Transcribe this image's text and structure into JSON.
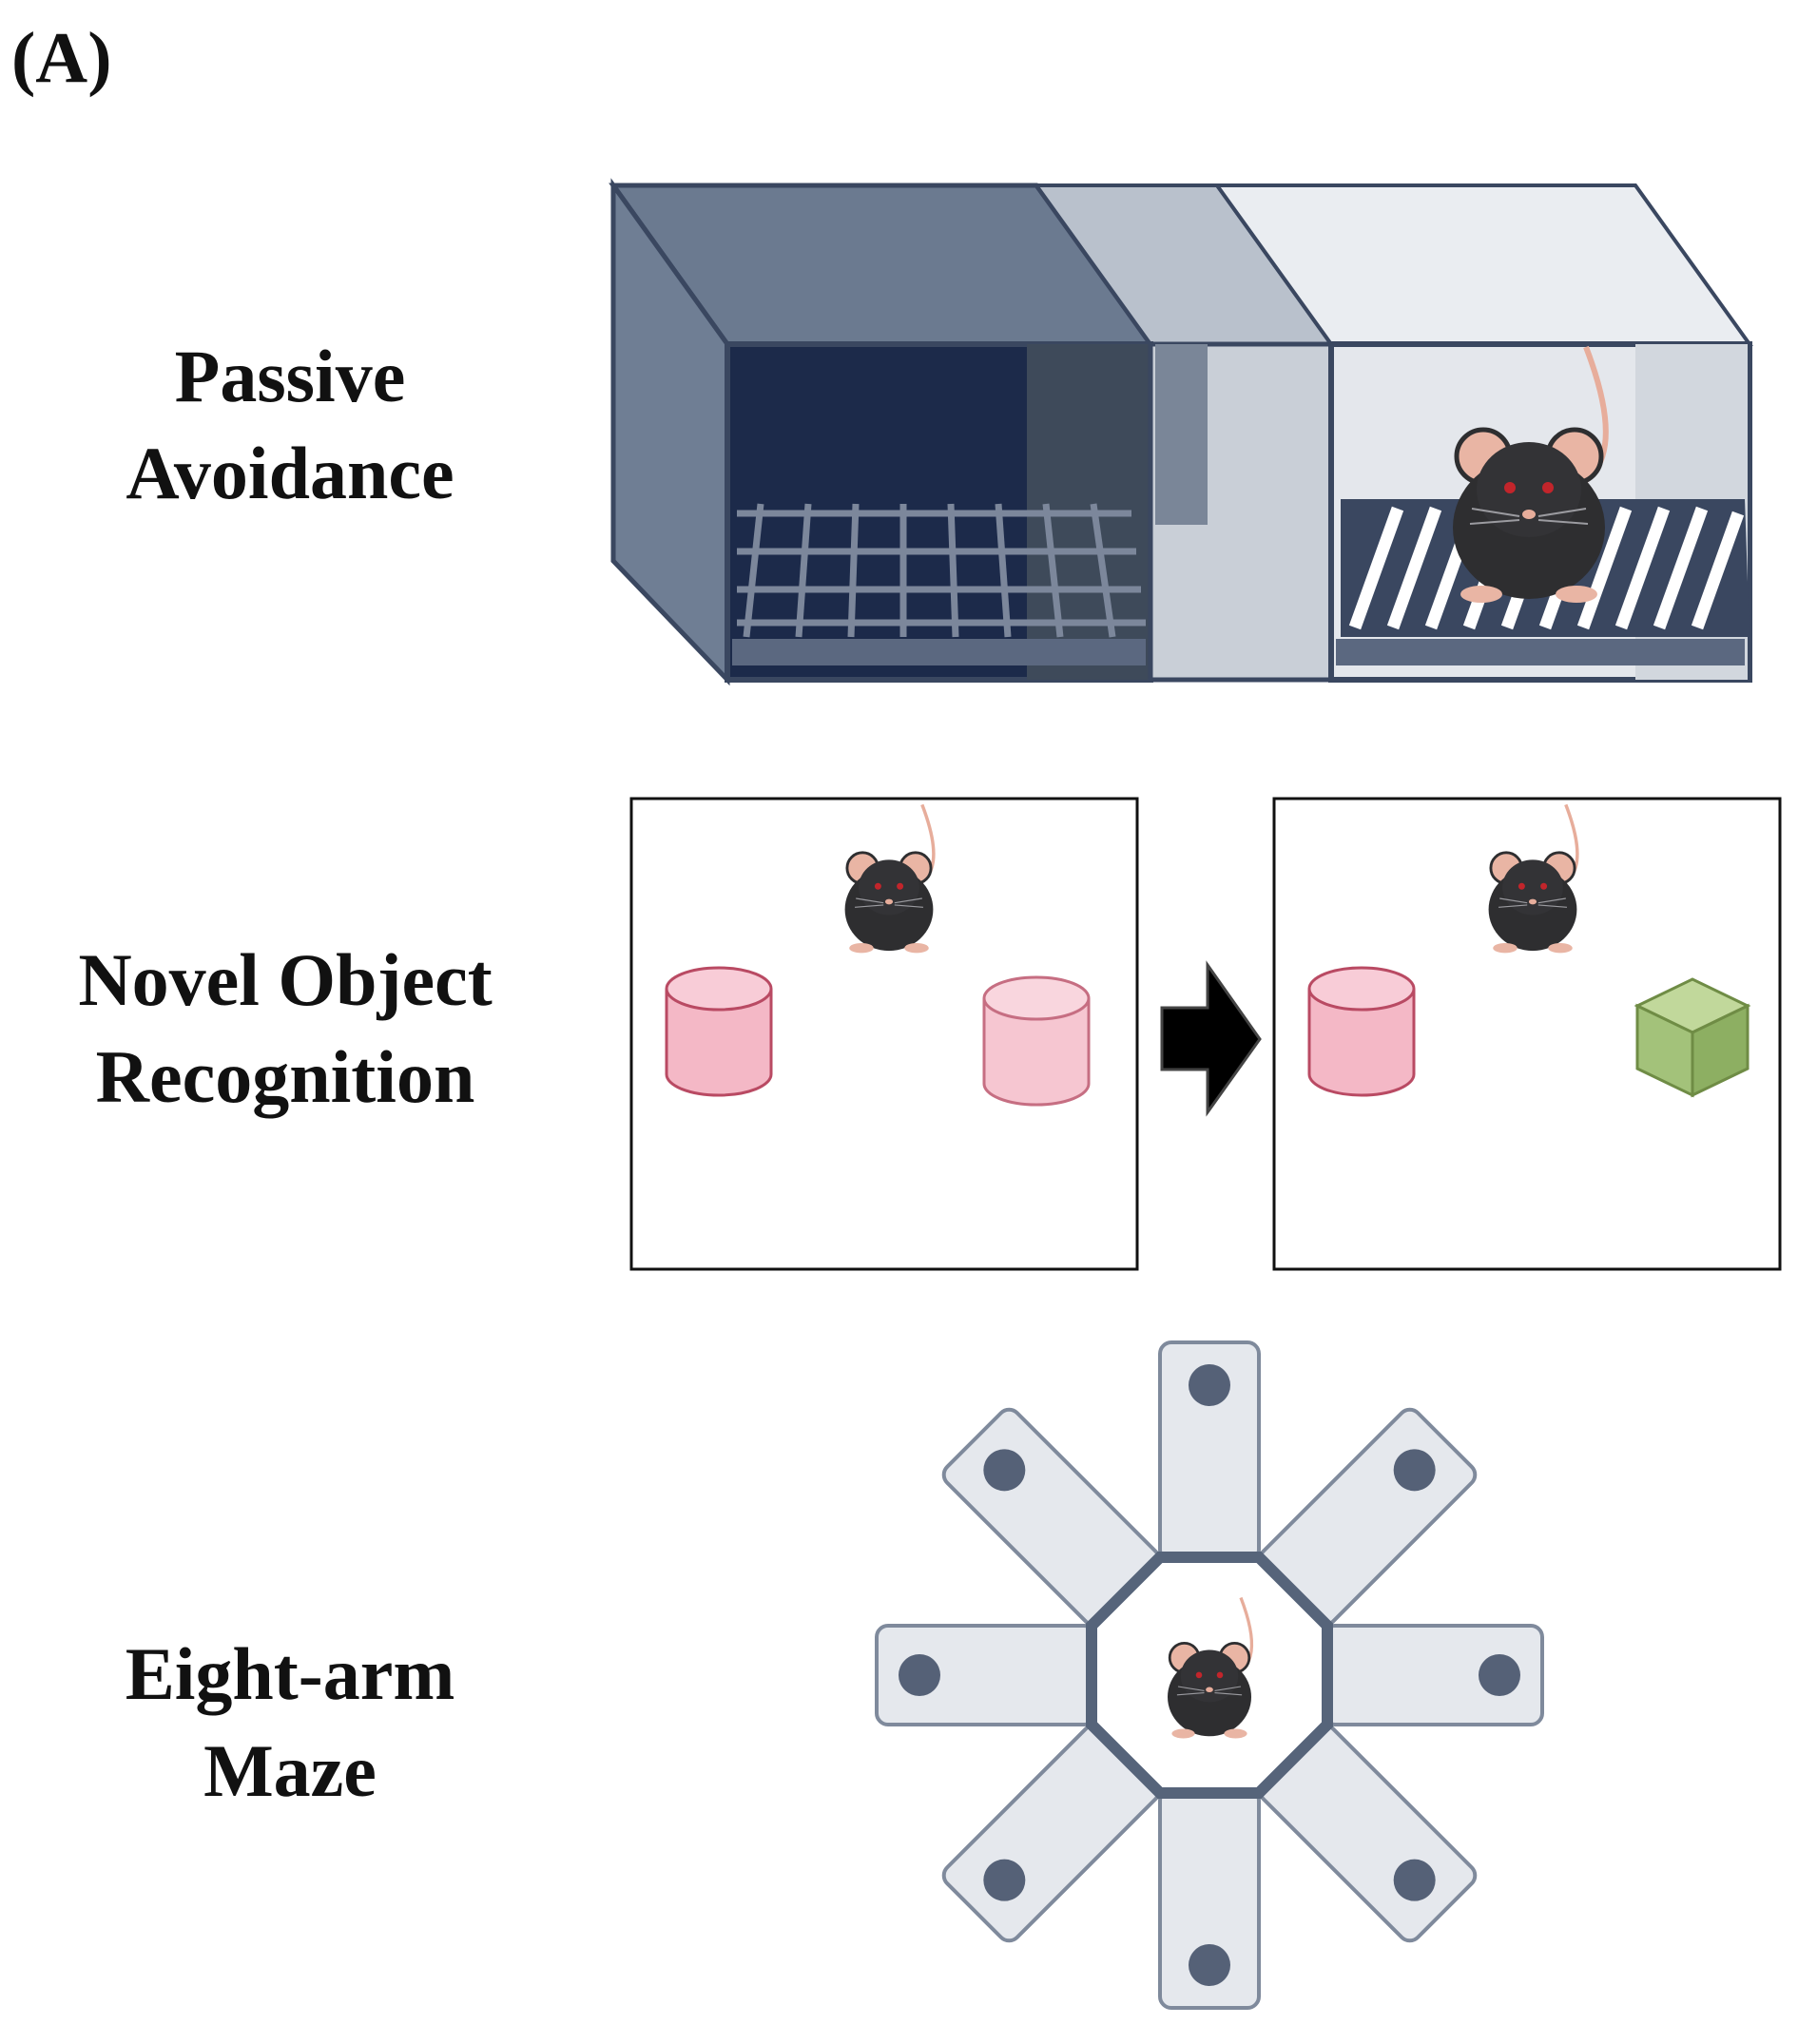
{
  "panel_label": "(A)",
  "rows": [
    {
      "id": "passive-avoidance",
      "line1": "Passive",
      "line2": "Avoidance"
    },
    {
      "id": "novel-object-recognition",
      "line1": "Novel Object",
      "line2": "Recognition"
    },
    {
      "id": "eight-arm-maze",
      "line1": "Eight-arm",
      "line2": "Maze"
    }
  ],
  "colors": {
    "dark_chamber": "#1c2a4a",
    "chamber_frame": "#5f6f86",
    "light_chamber": "#e6e9ee",
    "mouse_body": "#2e2e30",
    "mouse_ear": "#e9b5a4",
    "cylinder": "#f4b8c6",
    "cube": "#a3c27a",
    "maze_arm": "#e5e8ed",
    "maze_edge": "#56647a",
    "hole": "#556177"
  },
  "icons": [
    "mouse-icon",
    "grid-floor",
    "bar-floor",
    "cylinder-object",
    "cube-object",
    "arrow-right-icon",
    "maze-arm"
  ]
}
